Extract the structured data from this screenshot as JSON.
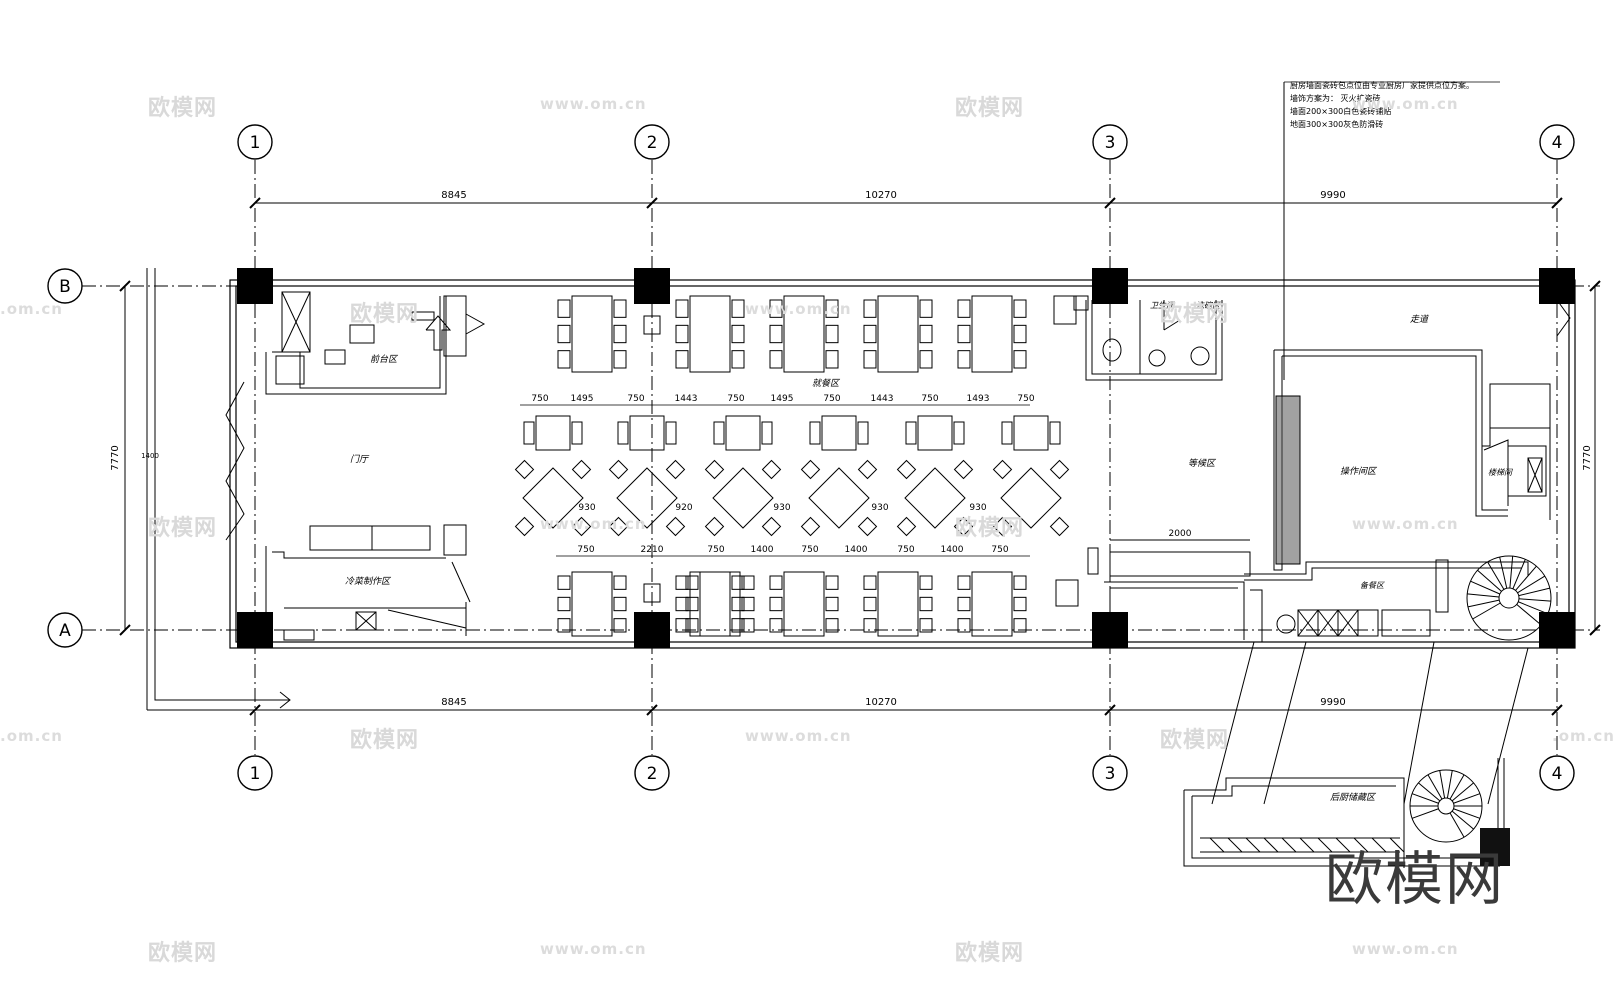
{
  "grid": {
    "columns": [
      "1",
      "2",
      "3",
      "4"
    ],
    "rows": [
      "B",
      "A"
    ]
  },
  "dimensions": {
    "top": [
      "8845",
      "10270",
      "9990"
    ],
    "bottom": [
      "8845",
      "10270",
      "9990"
    ],
    "left_height": "7770",
    "right_height": "7770",
    "left_small": "1400"
  },
  "notes": {
    "line1": "厨房墙面瓷砖包点位由专业厨房厂家提供点位方案。",
    "line2": "墙饰方案为： 灭火扩瓷砖",
    "line3": "     墙面200×300白色瓷砖铺贴",
    "line4": "     地面300×300灰色防滑砖"
  },
  "rooms": {
    "reception": "前台区",
    "entrance": "门厅",
    "dining": "就餐区",
    "waiting": "等候区",
    "prep": "冷菜制作区",
    "kitchen": "操作间区",
    "toilet": "卫生间",
    "wash": "洗碗区",
    "corridor": "走道",
    "stair": "楼梯间",
    "storage": "备餐区",
    "basement": "后厨储藏区"
  },
  "table_dims": {
    "row1": [
      "750",
      "1495",
      "750",
      "1443",
      "750",
      "1495",
      "750",
      "1443",
      "750",
      "1493",
      "750"
    ],
    "row2": [
      "930",
      "920",
      "930",
      "930",
      "930"
    ],
    "row3": [
      "750",
      "2210",
      "750",
      "1400",
      "750",
      "1400",
      "750",
      "1400",
      "750"
    ],
    "counter": "2000"
  },
  "watermarks": {
    "brand": "欧模网",
    "url": "www.om.cn",
    "url_cut": ".om.cn"
  },
  "colors": {
    "line": "#000000",
    "column": "#000000",
    "watermark": "#d9d9d9"
  }
}
